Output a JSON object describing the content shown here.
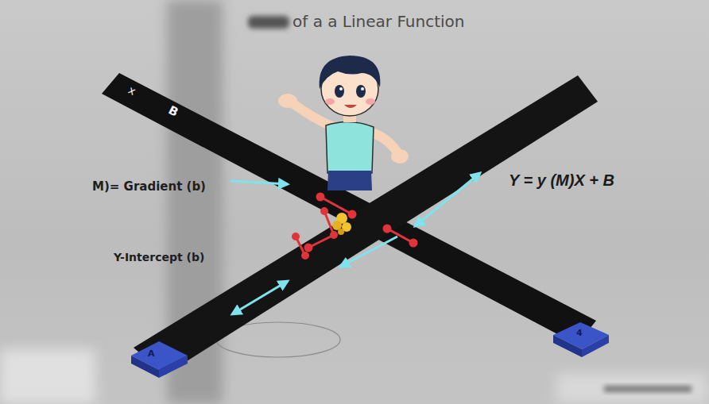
{
  "diagram": {
    "title": "of a a Linear Function",
    "labels": [
      "x",
      "B",
      "M)= Gradient (b)",
      "Y-Intercept (b)",
      "Y = y (M)X + B",
      "A",
      "4"
    ]
  }
}
